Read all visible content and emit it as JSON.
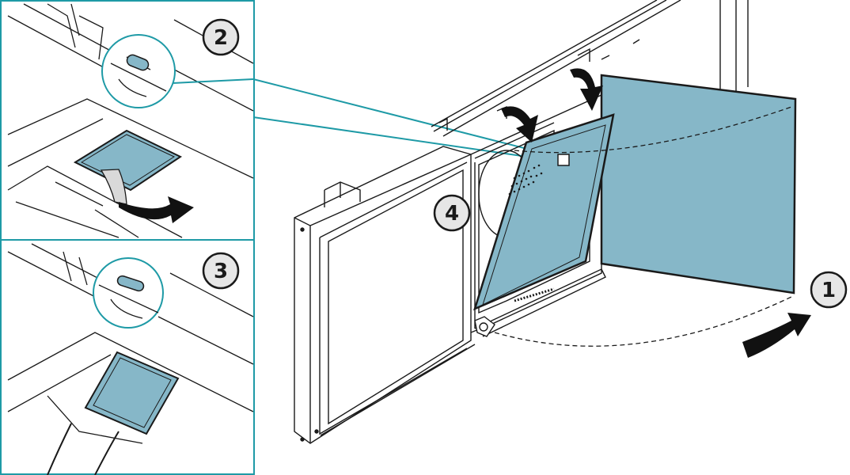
{
  "steps": {
    "step1": "1",
    "step2": "2",
    "step3": "3",
    "step4": "4"
  },
  "colors": {
    "filter_fill": "#86b7c8",
    "frame_line": "#1a1a1a",
    "callout_line": "#1e9aa6",
    "badge_fill": "#e6e6e6",
    "arrow": "#111111"
  },
  "icons": {
    "rotate_arrow": "curved-arrow-icon",
    "push_arrow": "curved-arrow-down-icon",
    "peel_arrow": "peel-arrow-icon"
  }
}
